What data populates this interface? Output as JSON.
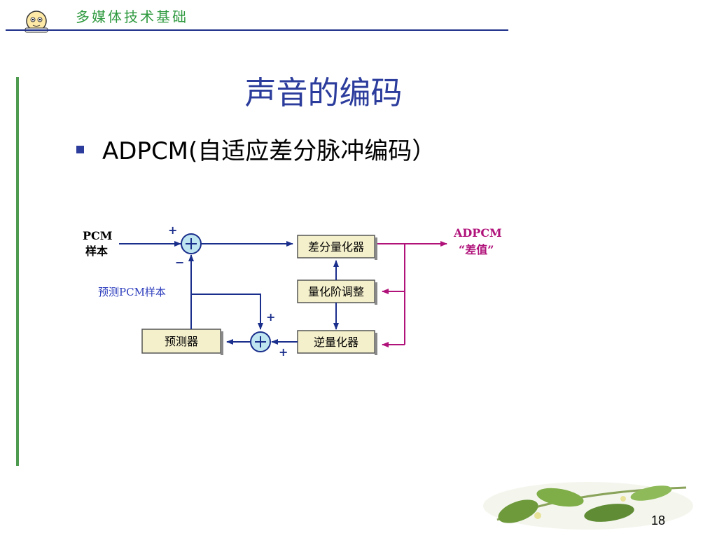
{
  "header": {
    "title": "多媒体技术基础"
  },
  "slide": {
    "title": "声音的编码",
    "bullet": "ADPCM(自适应差分脉冲编码）",
    "page_number": "18"
  },
  "diagram": {
    "input_label_line1": "PCM",
    "input_label_line2": "样本",
    "predicted_label": "预测PCM样本",
    "output_label_line1": "ADPCM",
    "output_label_line2": "“差值”",
    "blocks": {
      "quantizer": "差分量化器",
      "step_adjust": "量化阶调整",
      "inverse_quantizer": "逆量化器",
      "predictor": "预测器"
    },
    "signs": {
      "sum1_top": "+",
      "sum1_bottom": "−",
      "sum2_top": "+",
      "sum2_right": "+"
    },
    "colors": {
      "flow": "#1a2e8c",
      "output": "#b0127a",
      "block_fill": "#f5f0cc",
      "sum_fill": "#bfe6f0"
    }
  }
}
